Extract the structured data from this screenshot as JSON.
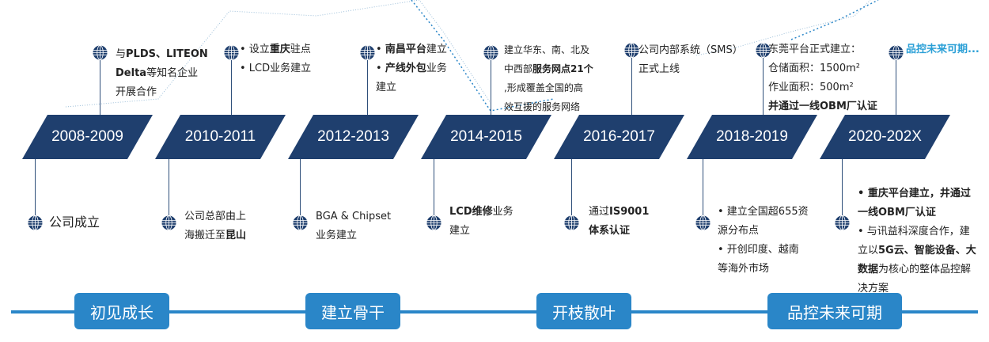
{
  "colors": {
    "primary": "#1f3f6e",
    "accent": "#2a86c8",
    "highlight": "#2a9fd6"
  },
  "timeline": [
    {
      "period": "2008-2009",
      "top": [
        [
          {
            "t": "与"
          },
          {
            "t": "PLDS、LITEON",
            "b": true
          }
        ],
        [
          {
            "t": "Delta",
            "b": true
          },
          {
            "t": "等知名企业"
          }
        ],
        [
          {
            "t": "开展合作"
          }
        ]
      ],
      "bottom": [
        [
          {
            "t": "公司成立"
          }
        ]
      ]
    },
    {
      "period": "2010-2011",
      "top": [
        [
          {
            "t": "• 设立"
          },
          {
            "t": "重庆",
            "b": true
          },
          {
            "t": "驻点"
          }
        ],
        [
          {
            "t": "• LCD业务建立"
          }
        ]
      ],
      "bottom": [
        [
          {
            "t": "公司总部由上"
          }
        ],
        [
          {
            "t": "海搬迁至"
          },
          {
            "t": "昆山",
            "b": true
          }
        ]
      ]
    },
    {
      "period": "2012-2013",
      "top": [
        [
          {
            "t": "• "
          },
          {
            "t": "南昌平台",
            "b": true
          },
          {
            "t": "建立"
          }
        ],
        [
          {
            "t": "• "
          },
          {
            "t": "产线外包",
            "b": true
          },
          {
            "t": "业务"
          }
        ],
        [
          {
            "t": "建立"
          }
        ]
      ],
      "bottom": [
        [
          {
            "t": "BGA & Chipset"
          }
        ],
        [
          {
            "t": "业务建立"
          }
        ]
      ]
    },
    {
      "period": "2014-2015",
      "top": [
        [
          {
            "t": "建立华东、南、北及"
          }
        ],
        [
          {
            "t": "中西部"
          },
          {
            "t": "服务网点21个",
            "b": true
          }
        ],
        [
          {
            "t": ",形成覆盖全国的高"
          }
        ],
        [
          {
            "t": "效互援的服务网络"
          }
        ]
      ],
      "bottom": [
        [
          {
            "t": "LCD维修",
            "b": true
          },
          {
            "t": "业务"
          }
        ],
        [
          {
            "t": "建立"
          }
        ]
      ]
    },
    {
      "period": "2016-2017",
      "top": [
        [
          {
            "t": "公司内部系统（SMS）"
          }
        ],
        [
          {
            "t": "正式上线"
          }
        ]
      ],
      "bottom": [
        [
          {
            "t": "通过"
          },
          {
            "t": "IS9001",
            "b": true
          }
        ],
        [
          {
            "t": "体系认证",
            "b": true
          }
        ]
      ]
    },
    {
      "period": "2018-2019",
      "top": [
        [
          {
            "t": "东莞平台正式建立："
          }
        ],
        [
          {
            "t": "仓储面积：1500m²"
          }
        ],
        [
          {
            "t": "作业面积：500m²"
          }
        ],
        [
          {
            "t": "并通过一线OBM厂认证",
            "b": true
          }
        ]
      ],
      "bottom": [
        [
          {
            "t": "• 建立全国超655资"
          }
        ],
        [
          {
            "t": "源分布点"
          }
        ],
        [
          {
            "t": "• 开创印度、越南"
          }
        ],
        [
          {
            "t": "等海外市场"
          }
        ]
      ]
    },
    {
      "period": "2020-202X",
      "top": [
        [
          {
            "t": "品控未来可期...",
            "b": true,
            "c": "#2a9fd6"
          }
        ]
      ],
      "bottom": [
        [
          {
            "t": "• ",
            "b": true
          },
          {
            "t": "重庆平台建立，井通过",
            "b": true
          }
        ],
        [
          {
            "t": "一线OBM厂认证",
            "b": true
          }
        ],
        [
          {
            "t": "• 与讯益科深度合作，建"
          }
        ],
        [
          {
            "t": "立以"
          },
          {
            "t": "5G云、智能设备、大",
            "b": true
          }
        ],
        [
          {
            "t": "数据",
            "b": true
          },
          {
            "t": "为核心的整体品控解"
          }
        ],
        [
          {
            "t": "决方案"
          }
        ]
      ]
    }
  ],
  "phases": [
    "初见成长",
    "建立骨干",
    "开枝散叶",
    "品控未来可期"
  ]
}
